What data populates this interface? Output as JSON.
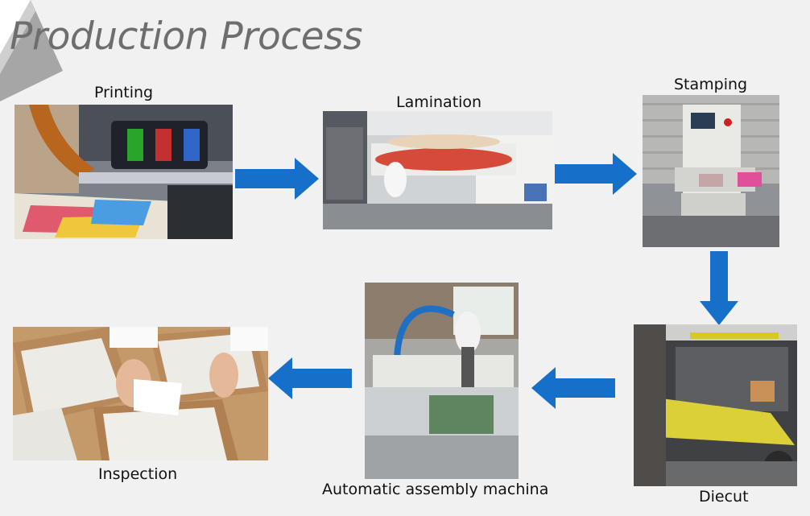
{
  "title": "Production Process",
  "steps": [
    {
      "label": "Printing"
    },
    {
      "label": "Lamination"
    },
    {
      "label": "Stamping"
    },
    {
      "label": "Diecut"
    },
    {
      "label": "Automatic assembly machina"
    },
    {
      "label": "Inspection"
    }
  ],
  "colors": {
    "arrow": "#1670c9",
    "title": "#6e6e6e",
    "background": "#f1f1f1",
    "corner": "#9a9a9a"
  }
}
